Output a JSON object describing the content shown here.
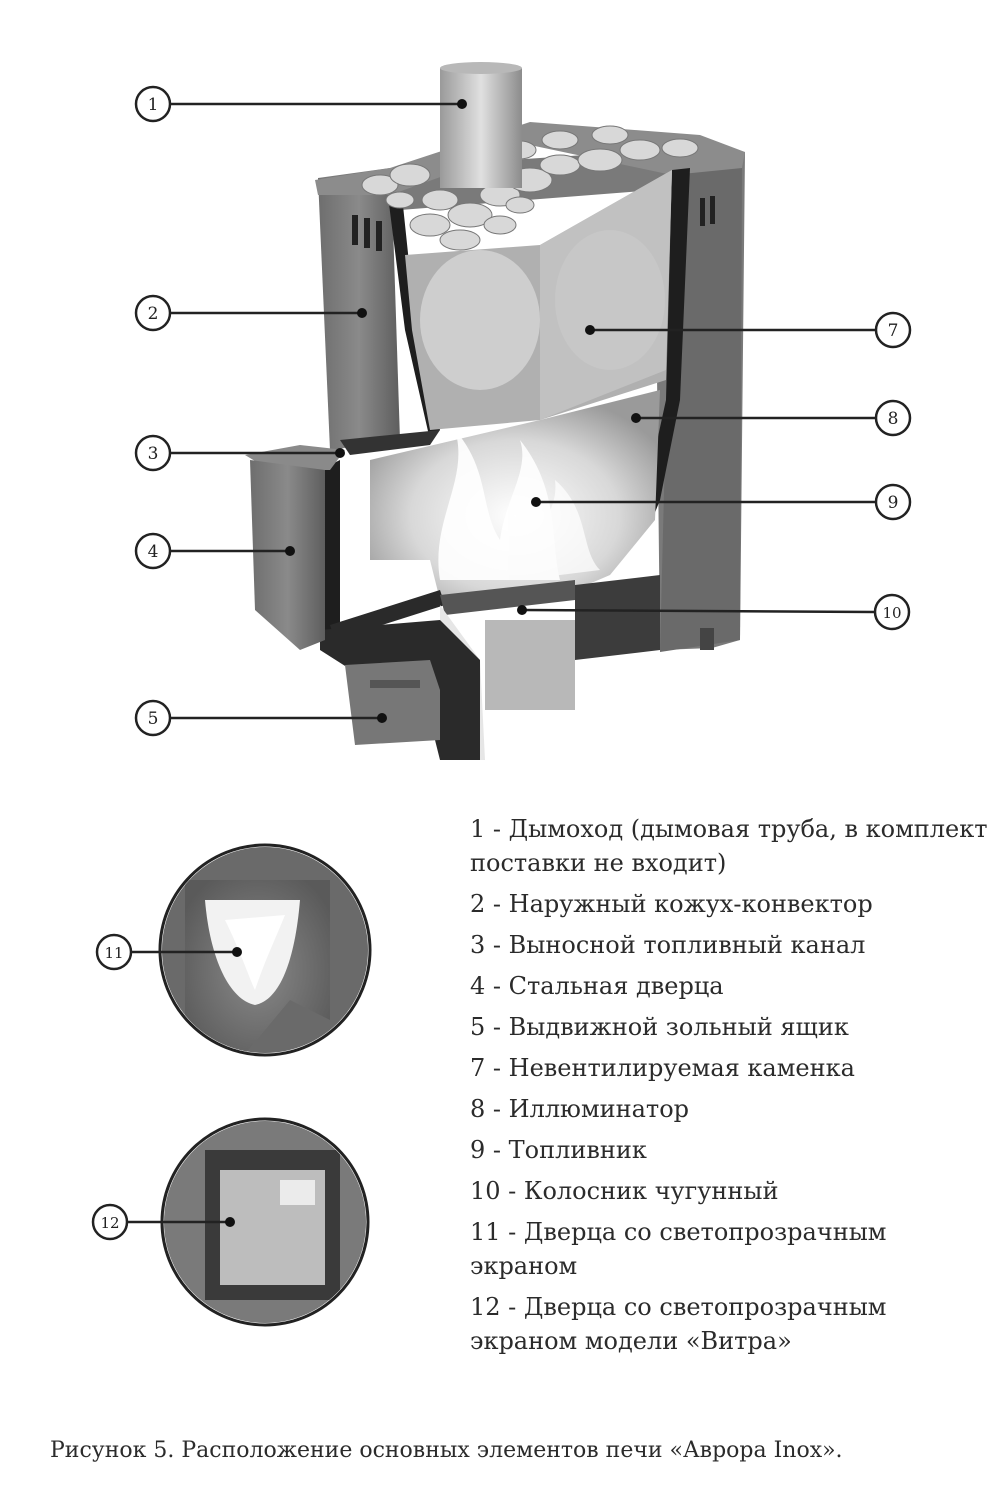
{
  "callouts": [
    "1",
    "2",
    "3",
    "4",
    "5",
    "7",
    "8",
    "9",
    "10",
    "11",
    "12"
  ],
  "legend": [
    "1 - Дымоход (дымовая труба, в комплект поставки не входит)",
    "2 - Наружный кожух-конвектор",
    "3 - Выносной топливный канал",
    "4 - Стальная дверца",
    "5 - Выдвижной зольный ящик",
    "7 - Невентилируемая каменка",
    "8 - Иллюминатор",
    "9 - Топливник",
    "10 - Колосник чугунный",
    "11 - Дверца со светопрозрачным экраном",
    "12 - Дверца со светопрозрачным экраном модели «Витра»"
  ],
  "caption": "Рисунок 5. Расположение основных элементов печи «Аврора Inox»."
}
